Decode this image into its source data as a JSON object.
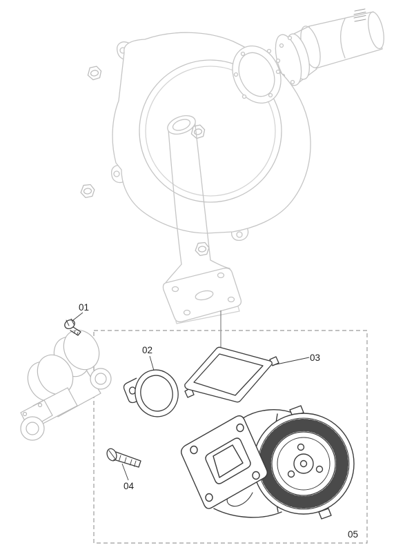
{
  "diagram": {
    "type": "exploded-parts-illustration",
    "labels": {
      "part01": "01",
      "part02": "02",
      "part03": "03",
      "part04": "04",
      "part05": "05"
    },
    "colors": {
      "background": "#ffffff",
      "ghost_stroke": "#c5c5c5",
      "valve_stroke": "#b8b8b8",
      "part_stroke": "#3a3a3a",
      "box_border": "#9b9b9b",
      "label_text": "#1d1d1d"
    }
  }
}
